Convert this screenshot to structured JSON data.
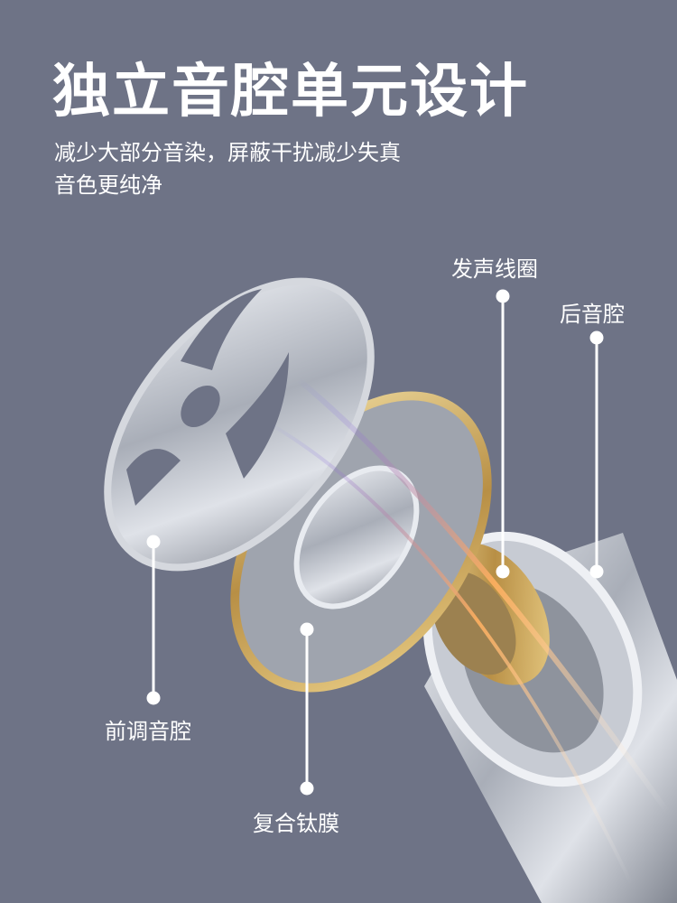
{
  "headline": {
    "title": "独立音腔单元设计",
    "subtitle_line1": "减少大部分音染，屏蔽干扰减少失真",
    "subtitle_line2": "音色更纯净"
  },
  "callouts": {
    "coil": "发声线圈",
    "rear_chamber": "后音腔",
    "front_chamber": "前调音腔",
    "diaphragm": "复合钛膜"
  },
  "colors": {
    "background": "#6e7386",
    "text": "#ffffff",
    "gold_rim": "#c9a95a"
  }
}
